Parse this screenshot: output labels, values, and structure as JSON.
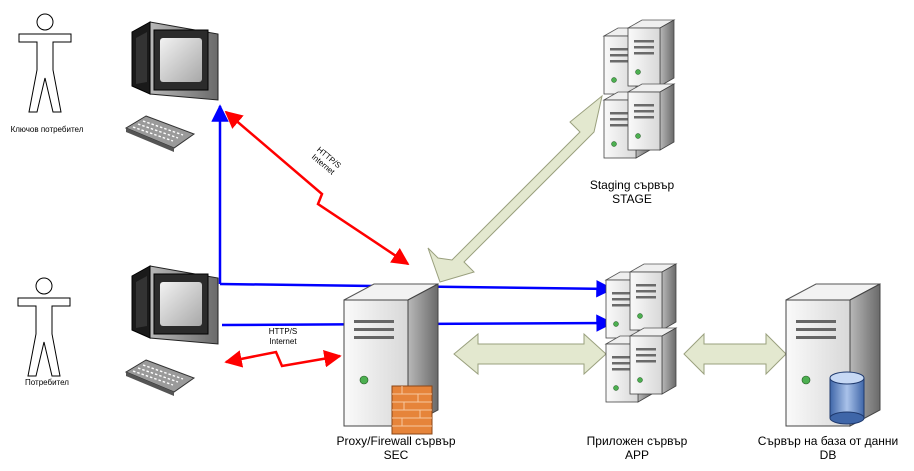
{
  "actors": {
    "key_user": "Ключов потребител",
    "user": "Потребител"
  },
  "links": {
    "key_user_link": {
      "line1": "HTTP/S",
      "line2": "Internet"
    },
    "user_link": {
      "line1": "HTTP/S",
      "line2": "Internet"
    }
  },
  "servers": {
    "staging": {
      "line1": "Staging сървър",
      "line2": "STAGE"
    },
    "proxy": {
      "line1": "Proxy/Firewall сървър",
      "line2": "SEC"
    },
    "app": {
      "line1": "Приложен сървър",
      "line2": "APP"
    },
    "db": {
      "line1": "Сървър на база от данни",
      "line2": "DB"
    }
  },
  "colors": {
    "blue_arrow": "#0000ff",
    "red_arrow": "#ff0000",
    "block_arrow_fill": "#e3e8cf",
    "block_arrow_stroke": "#9aa07e"
  }
}
